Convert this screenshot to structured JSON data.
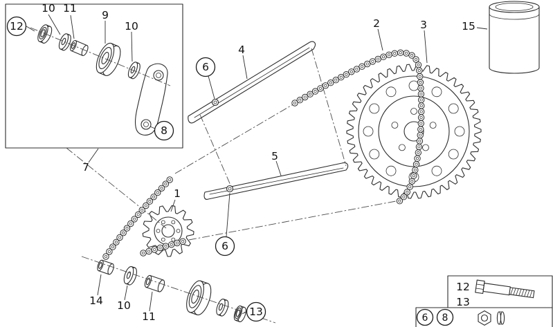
{
  "figure": {
    "background": "#ffffff",
    "line_color": "#2b2b2b"
  },
  "callouts": {
    "inset_bearing_12": "12",
    "inset_washer_10": "10",
    "inset_spacer_11": "11",
    "inset_roller_9": "9",
    "inset_washer_b_10": "10",
    "inset_bracket_8": "8",
    "tensioner_assembly_7": "7",
    "chain_guide_upper_4": "4",
    "guide_screw_upper_6": "6",
    "chain_2": "2",
    "rear_sprocket_3": "3",
    "grease_tube_15": "15",
    "chain_guide_lower_5": "5",
    "guide_screw_lower_6": "6",
    "front_sprocket_1": "1",
    "lower_sleeve_14": "14",
    "lower_washer_10": "10",
    "lower_spacer_11": "11",
    "lower_bearing_13": "13",
    "legend_bolt_12": "12",
    "legend_bolt_13": "13",
    "legend_nut_6": "6",
    "legend_nut_8": "8"
  }
}
